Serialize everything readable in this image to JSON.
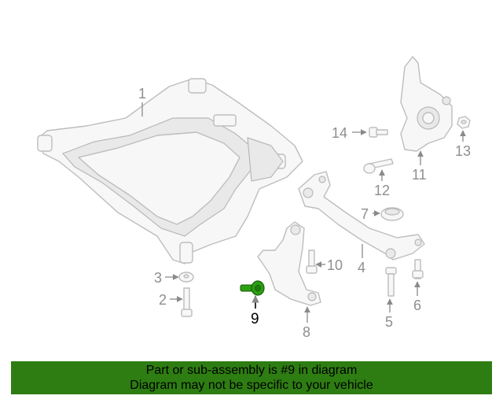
{
  "diagram": {
    "callouts": [
      "1",
      "2",
      "3",
      "4",
      "5",
      "6",
      "7",
      "8",
      "9",
      "10",
      "11",
      "12",
      "13",
      "14"
    ],
    "highlighted_part": "9"
  },
  "notice": {
    "line1": "Part or sub-assembly is #9 in diagram",
    "line2": "Diagram may not be specific to your vehicle"
  },
  "colors": {
    "notice_background": "#2e7d12",
    "highlight_part": "#2aa012",
    "line_art": "#bdbdbd",
    "callout_text": "#8e8e8e"
  }
}
